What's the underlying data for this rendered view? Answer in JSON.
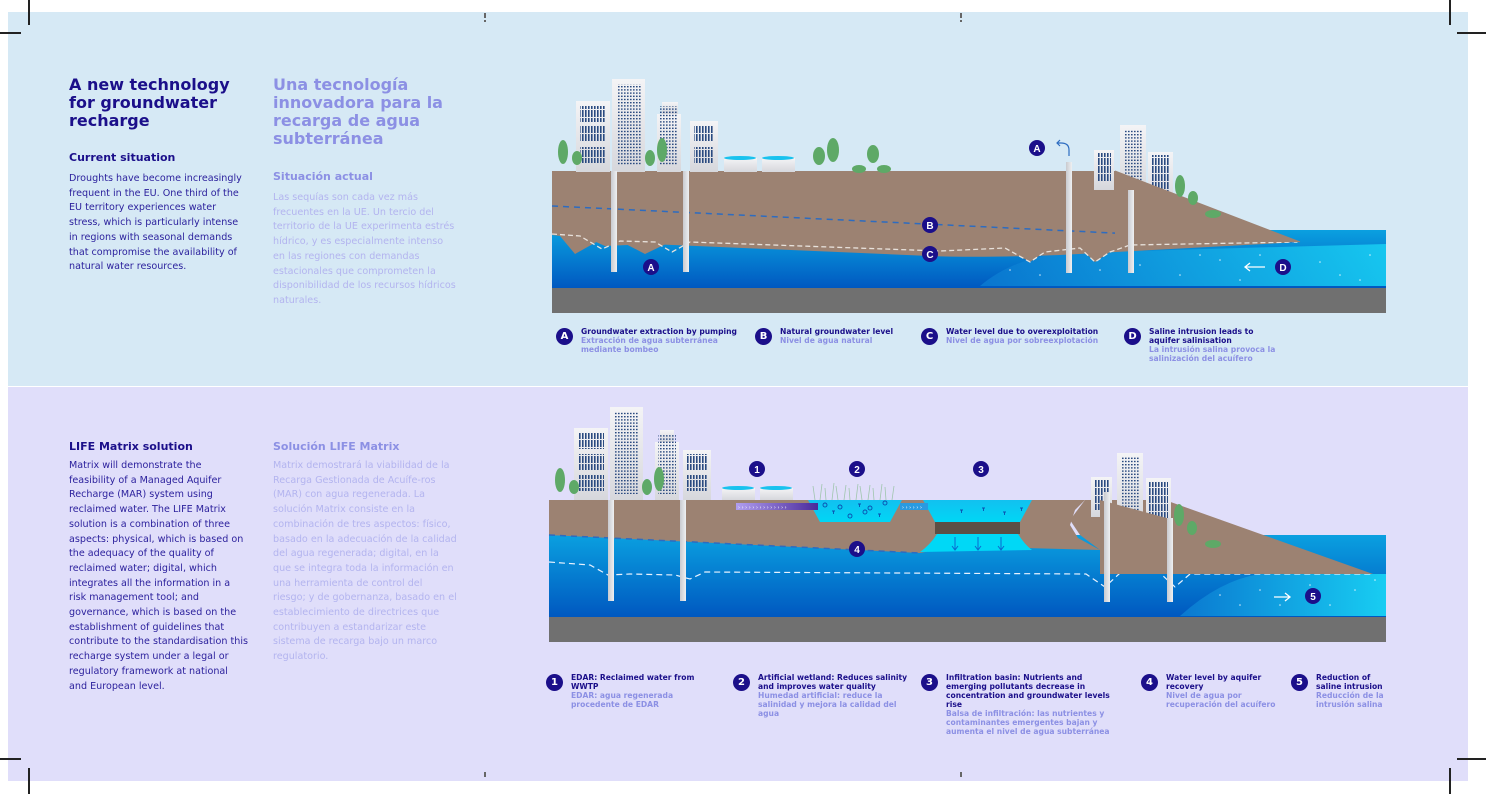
{
  "colors": {
    "top_background": "#d6e9f5",
    "bottom_background": "#e0defa",
    "primary_text": "#1b0f8a",
    "secondary_text": "#8c90e4",
    "soil": "#9c8272",
    "bedrock": "#707070",
    "groundwater_deep": "#0066c8",
    "groundwater_light": "#0aa0e0",
    "seawater": "#14c8f0",
    "badge": "#1b0f8a"
  },
  "top": {
    "title_en": "A new technology for groundwater recharge",
    "title_es": "Una tecnología innovadora para la recarga de agua subterránea",
    "subtitle_en": "Current situation",
    "subtitle_es": "Situación actual",
    "body_en": "Droughts have become increasingly frequent in the EU. One third of the EU territory experiences water stress, which is particularly intense in regions with seasonal demands that compromise the availability of natural water resources.",
    "body_es": "Las sequías son cada vez más frecuentes en la UE.  Un tercio del territorio de la UE experimenta estrés hídrico, y es especialmente intenso en las regiones con demandas estacionales que comprometen la disponibilidad de los recursos hídricos naturales.",
    "diagram_markers": [
      "A",
      "A",
      "B",
      "C",
      "D"
    ],
    "legend": [
      {
        "marker": "A",
        "en": "Groundwater extraction by pumping",
        "es": "Extracción de agua subterránea mediante bombeo"
      },
      {
        "marker": "B",
        "en": "Natural groundwater level",
        "es": "Nivel de agua natural"
      },
      {
        "marker": "C",
        "en": "Water level due to overexploitation",
        "es": "Nivel de agua por sobreexplotación"
      },
      {
        "marker": "D",
        "en": "Saline intrusion leads to aquifer salinisation",
        "es": "La intrusión salina provoca la salinización del acuífero"
      }
    ]
  },
  "bottom": {
    "subtitle_en": "LIFE Matrix solution",
    "subtitle_es": "Solución LIFE Matrix",
    "body_en": "Matrix will demonstrate the feasibility of a Managed Aquifer Recharge (MAR) system using reclaimed water. The LIFE Matrix solution is a combination of three aspects: physical, which is based on the adequacy of the quality of reclaimed water; digital, which integrates all the information in a risk management tool; and governance, which is based on the establishment of guidelines that contribute to the standardisation this recharge system under a legal or regulatory framework at national and European level.",
    "body_es": "Matrix demostrará la viabilidad de la Recarga Gestionada de Acuífe-ros (MAR) con agua regenerada. La solución Matrix consiste en la combinación de tres aspectos: físico, basado en la adecuación de la calidad del agua regenerada; digital, en la que se integra toda la información en una herramienta de control del riesgo; y de gobernanza, basado en el establecimiento de directrices que contribuyen a estandarizar este sistema de recarga bajo un marco regulatorio.",
    "diagram_markers": [
      "1",
      "2",
      "3",
      "4",
      "5"
    ],
    "legend": [
      {
        "marker": "1",
        "en": "EDAR: Reclaimed water from WWTP",
        "es": "EDAR: agua regenerada procedente de EDAR"
      },
      {
        "marker": "2",
        "en": "Artificial wetland: Reduces salinity and improves water quality",
        "es": "Humedad artificial: reduce la salinidad y mejora la calidad del agua"
      },
      {
        "marker": "3",
        "en": "Infiltration basin: Nutrients and emerging pollutants decrease in concentration and groundwater levels rise",
        "es": "Balsa de infiltración: las nutrientes y contaminantes emergentes bajan y aumenta el nivel de agua subterránea"
      },
      {
        "marker": "4",
        "en": "Water level by aquifer recovery",
        "es": "Nivel de agua por recuperación del acuífero"
      },
      {
        "marker": "5",
        "en": "Reduction of saline intrusion",
        "es": "Reducción de la intrusión salina"
      }
    ]
  }
}
